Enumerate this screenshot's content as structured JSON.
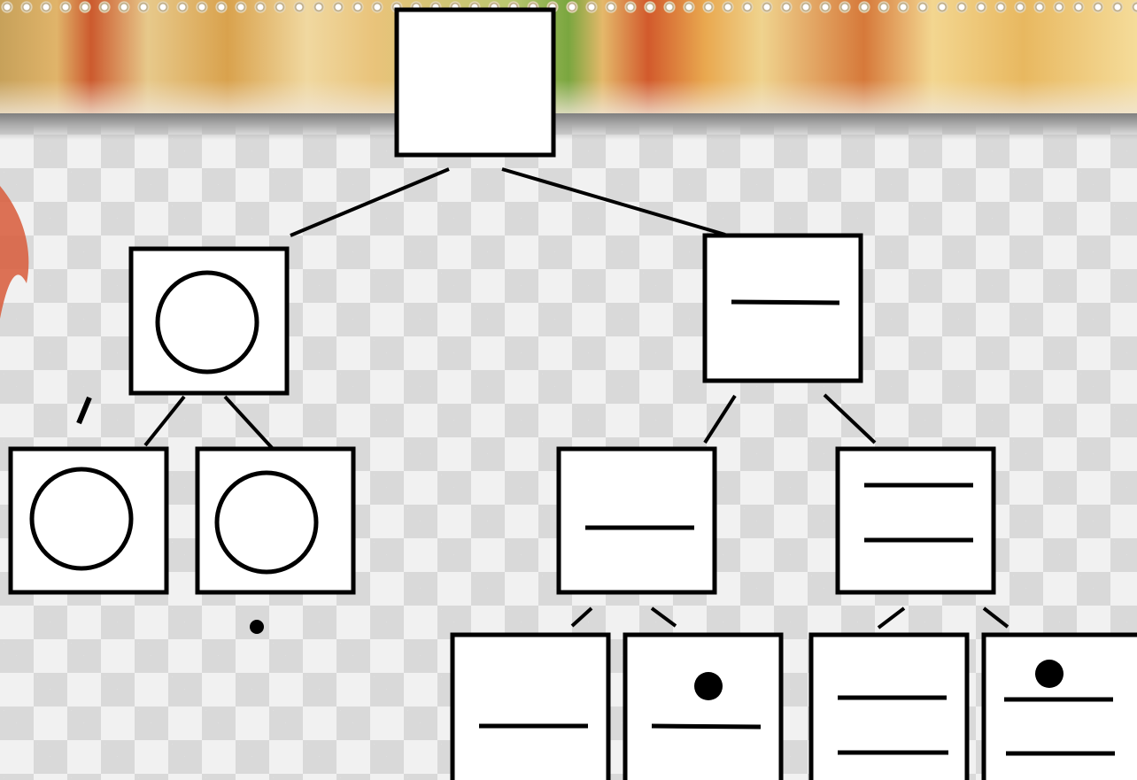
{
  "diagram": {
    "kind": "tree",
    "nodes": [
      {
        "id": "root",
        "content": "empty"
      },
      {
        "id": "circle-parent",
        "content": "circle"
      },
      {
        "id": "line-parent",
        "content": "one-line"
      },
      {
        "id": "circle-leaf-1",
        "content": "circle"
      },
      {
        "id": "circle-leaf-2",
        "content": "circle"
      },
      {
        "id": "line-child",
        "content": "one-line"
      },
      {
        "id": "two-line-child",
        "content": "two-lines"
      },
      {
        "id": "line-leaf-1",
        "content": "one-line"
      },
      {
        "id": "line-dot-leaf",
        "content": "dot-over-line"
      },
      {
        "id": "two-line-leaf",
        "content": "two-lines"
      },
      {
        "id": "dot-two-line-leaf",
        "content": "dot-over-two-lines"
      }
    ],
    "edges": [
      [
        "root",
        "circle-parent"
      ],
      [
        "root",
        "line-parent"
      ],
      [
        "circle-parent",
        "circle-leaf-1"
      ],
      [
        "circle-parent",
        "circle-leaf-2"
      ],
      [
        "line-parent",
        "line-child"
      ],
      [
        "line-parent",
        "two-line-child"
      ],
      [
        "line-child",
        "line-leaf-1"
      ],
      [
        "line-child",
        "line-dot-leaf"
      ],
      [
        "two-line-child",
        "two-line-leaf"
      ],
      [
        "two-line-child",
        "dot-two-line-leaf"
      ]
    ],
    "colors": {
      "stroke": "#000000",
      "fill": "#ffffff"
    }
  }
}
